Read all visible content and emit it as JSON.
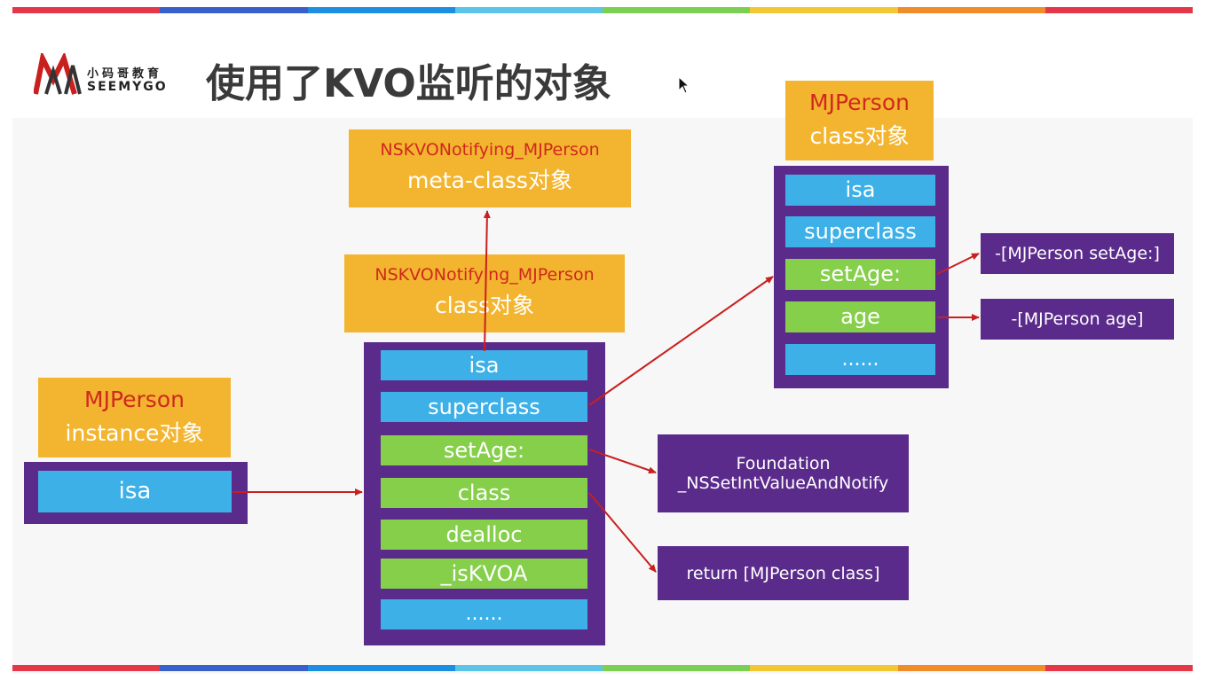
{
  "header": {
    "logo_cn": "小码哥教育",
    "logo_en": "SEEMYGO",
    "title": "使用了KVO监听的对象"
  },
  "instance": {
    "label_line1": "MJPerson",
    "label_line2": "instance对象",
    "slots": [
      "isa"
    ]
  },
  "meta_class": {
    "label_line1": "NSKVONotifying_MJPerson",
    "label_line2": "meta-class对象"
  },
  "kvo_class": {
    "label_line1": "NSKVONotifying_MJPerson",
    "label_line2": "class对象",
    "slots": [
      "isa",
      "superclass",
      "setAge:",
      "class",
      "dealloc",
      "_isKVOA",
      "......"
    ]
  },
  "person_class": {
    "label_line1": "MJPerson",
    "label_line2": "class对象",
    "slots": [
      "isa",
      "superclass",
      "setAge:",
      "age",
      "......"
    ]
  },
  "notes": {
    "foundation_line1": "Foundation",
    "foundation_line2": "_NSSetIntValueAndNotify",
    "return_class": "return [MJPerson class]",
    "set_age_impl": "-[MJPerson setAge:]",
    "age_impl": "-[MJPerson age]"
  },
  "colors": {
    "label_bg": "#f3b52f",
    "label_red": "#d0281e",
    "panel": "#5b2b8c",
    "slot_blue": "#3db0e8",
    "slot_green": "#86cf4b",
    "arrow": "#c8201e",
    "strip": [
      "#e6364a",
      "#3a5fc8",
      "#1e8fe0",
      "#5cc4e8",
      "#7ccf52",
      "#f2c832",
      "#f08c2a",
      "#e6364a"
    ]
  }
}
